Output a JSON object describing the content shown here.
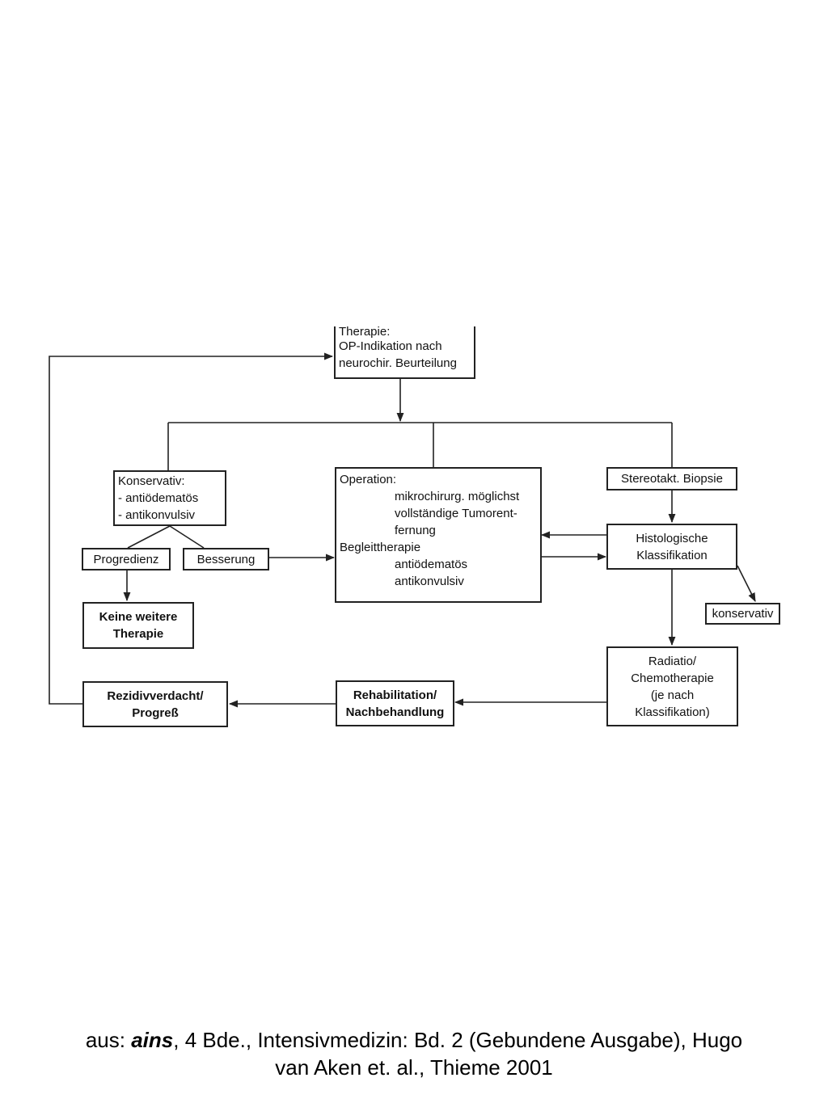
{
  "diagram": {
    "therapie": {
      "line1": "Therapie:",
      "line2": "OP-Indikation nach",
      "line3": "neurochir. Beurteilung"
    },
    "konservativ_box": {
      "line1": "Konservativ:",
      "line2": "- antiödematös",
      "line3": "- antikonvulsiv"
    },
    "operation": {
      "line1": "Operation:",
      "line2": "mikrochirurg. möglichst",
      "line3": "vollständige Tumorent-",
      "line4": "fernung",
      "line5": "Begleittherapie",
      "line6": "antiödematös",
      "line7": "antikonvulsiv"
    },
    "biopsie": "Stereotakt. Biopsie",
    "progredienz": "Progredienz",
    "besserung": "Besserung",
    "histologie": {
      "line1": "Histologische",
      "line2": "Klassifikation"
    },
    "keine_therapie": {
      "line1": "Keine weitere",
      "line2": "Therapie"
    },
    "konservativ_small": "konservativ",
    "radiatio": {
      "line1": "Radiatio/",
      "line2": "Chemotherapie",
      "line3": "(je nach",
      "line4": "Klassifikation)"
    },
    "rezidiv": {
      "line1": "Rezidivverdacht/",
      "line2": "Progreß"
    },
    "rehabilitation": {
      "line1": "Rehabilitation/",
      "line2": "Nachbehandlung"
    }
  },
  "caption": {
    "prefix": "aus: ",
    "title": "ains",
    "rest": ", 4 Bde., Intensivmedizin: Bd. 2 (Gebundene Ausgabe), Hugo",
    "line2": "van Aken et. al., Thieme 2001"
  }
}
